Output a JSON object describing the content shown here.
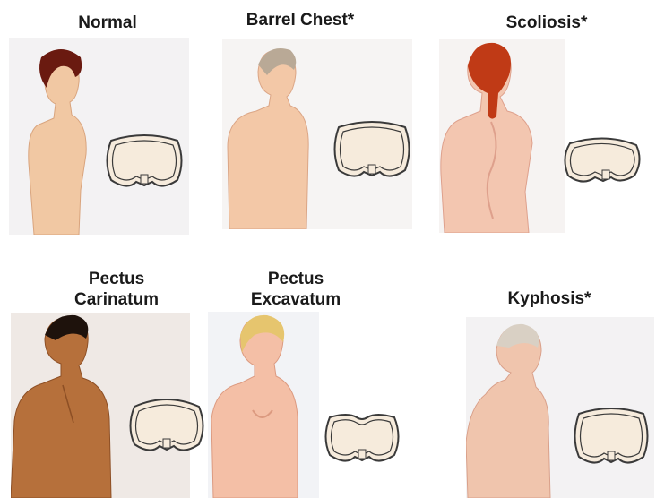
{
  "panels": [
    {
      "id": "normal",
      "label_lines": [
        "Normal"
      ],
      "skin": "#f1c8a3",
      "skin_dark": "#d9a47d",
      "hair": "#6a1a10",
      "bg": "#f3f2f3",
      "section": "normal"
    },
    {
      "id": "barrel",
      "label_lines": [
        "Barrel Chest*"
      ],
      "skin": "#f3c8a7",
      "skin_dark": "#dba585",
      "hair": "#b9a996",
      "bg": "#f6f4f3",
      "section": "barrel"
    },
    {
      "id": "scoliosis",
      "label_lines": [
        "Scoliosis*"
      ],
      "skin": "#f3c6b0",
      "skin_dark": "#dea08c",
      "hair": "#c03a16",
      "bg": "#f6f3f2",
      "section": "scoliosis"
    },
    {
      "id": "carinatum",
      "label_lines": [
        "Pectus",
        "Carinatum"
      ],
      "skin": "#b6703b",
      "skin_dark": "#8d4f25",
      "hair": "#1e120c",
      "bg": "#efe9e5",
      "section": "carinatum"
    },
    {
      "id": "excavatum",
      "label_lines": [
        "Pectus",
        "Excavatum"
      ],
      "skin": "#f4bfa6",
      "skin_dark": "#dc9a80",
      "hair": "#e6c56e",
      "bg": "#f2f3f6",
      "section": "excavatum"
    },
    {
      "id": "kyphosis",
      "label_lines": [
        "Kyphosis*"
      ],
      "skin": "#f0c5ad",
      "skin_dark": "#d9a08a",
      "hair": "#d9d0c4",
      "bg": "#f3f2f3",
      "section": "kyphosis"
    }
  ],
  "colors": {
    "section_fill": "#f6ebdc",
    "section_stroke": "#3a3a3a"
  }
}
